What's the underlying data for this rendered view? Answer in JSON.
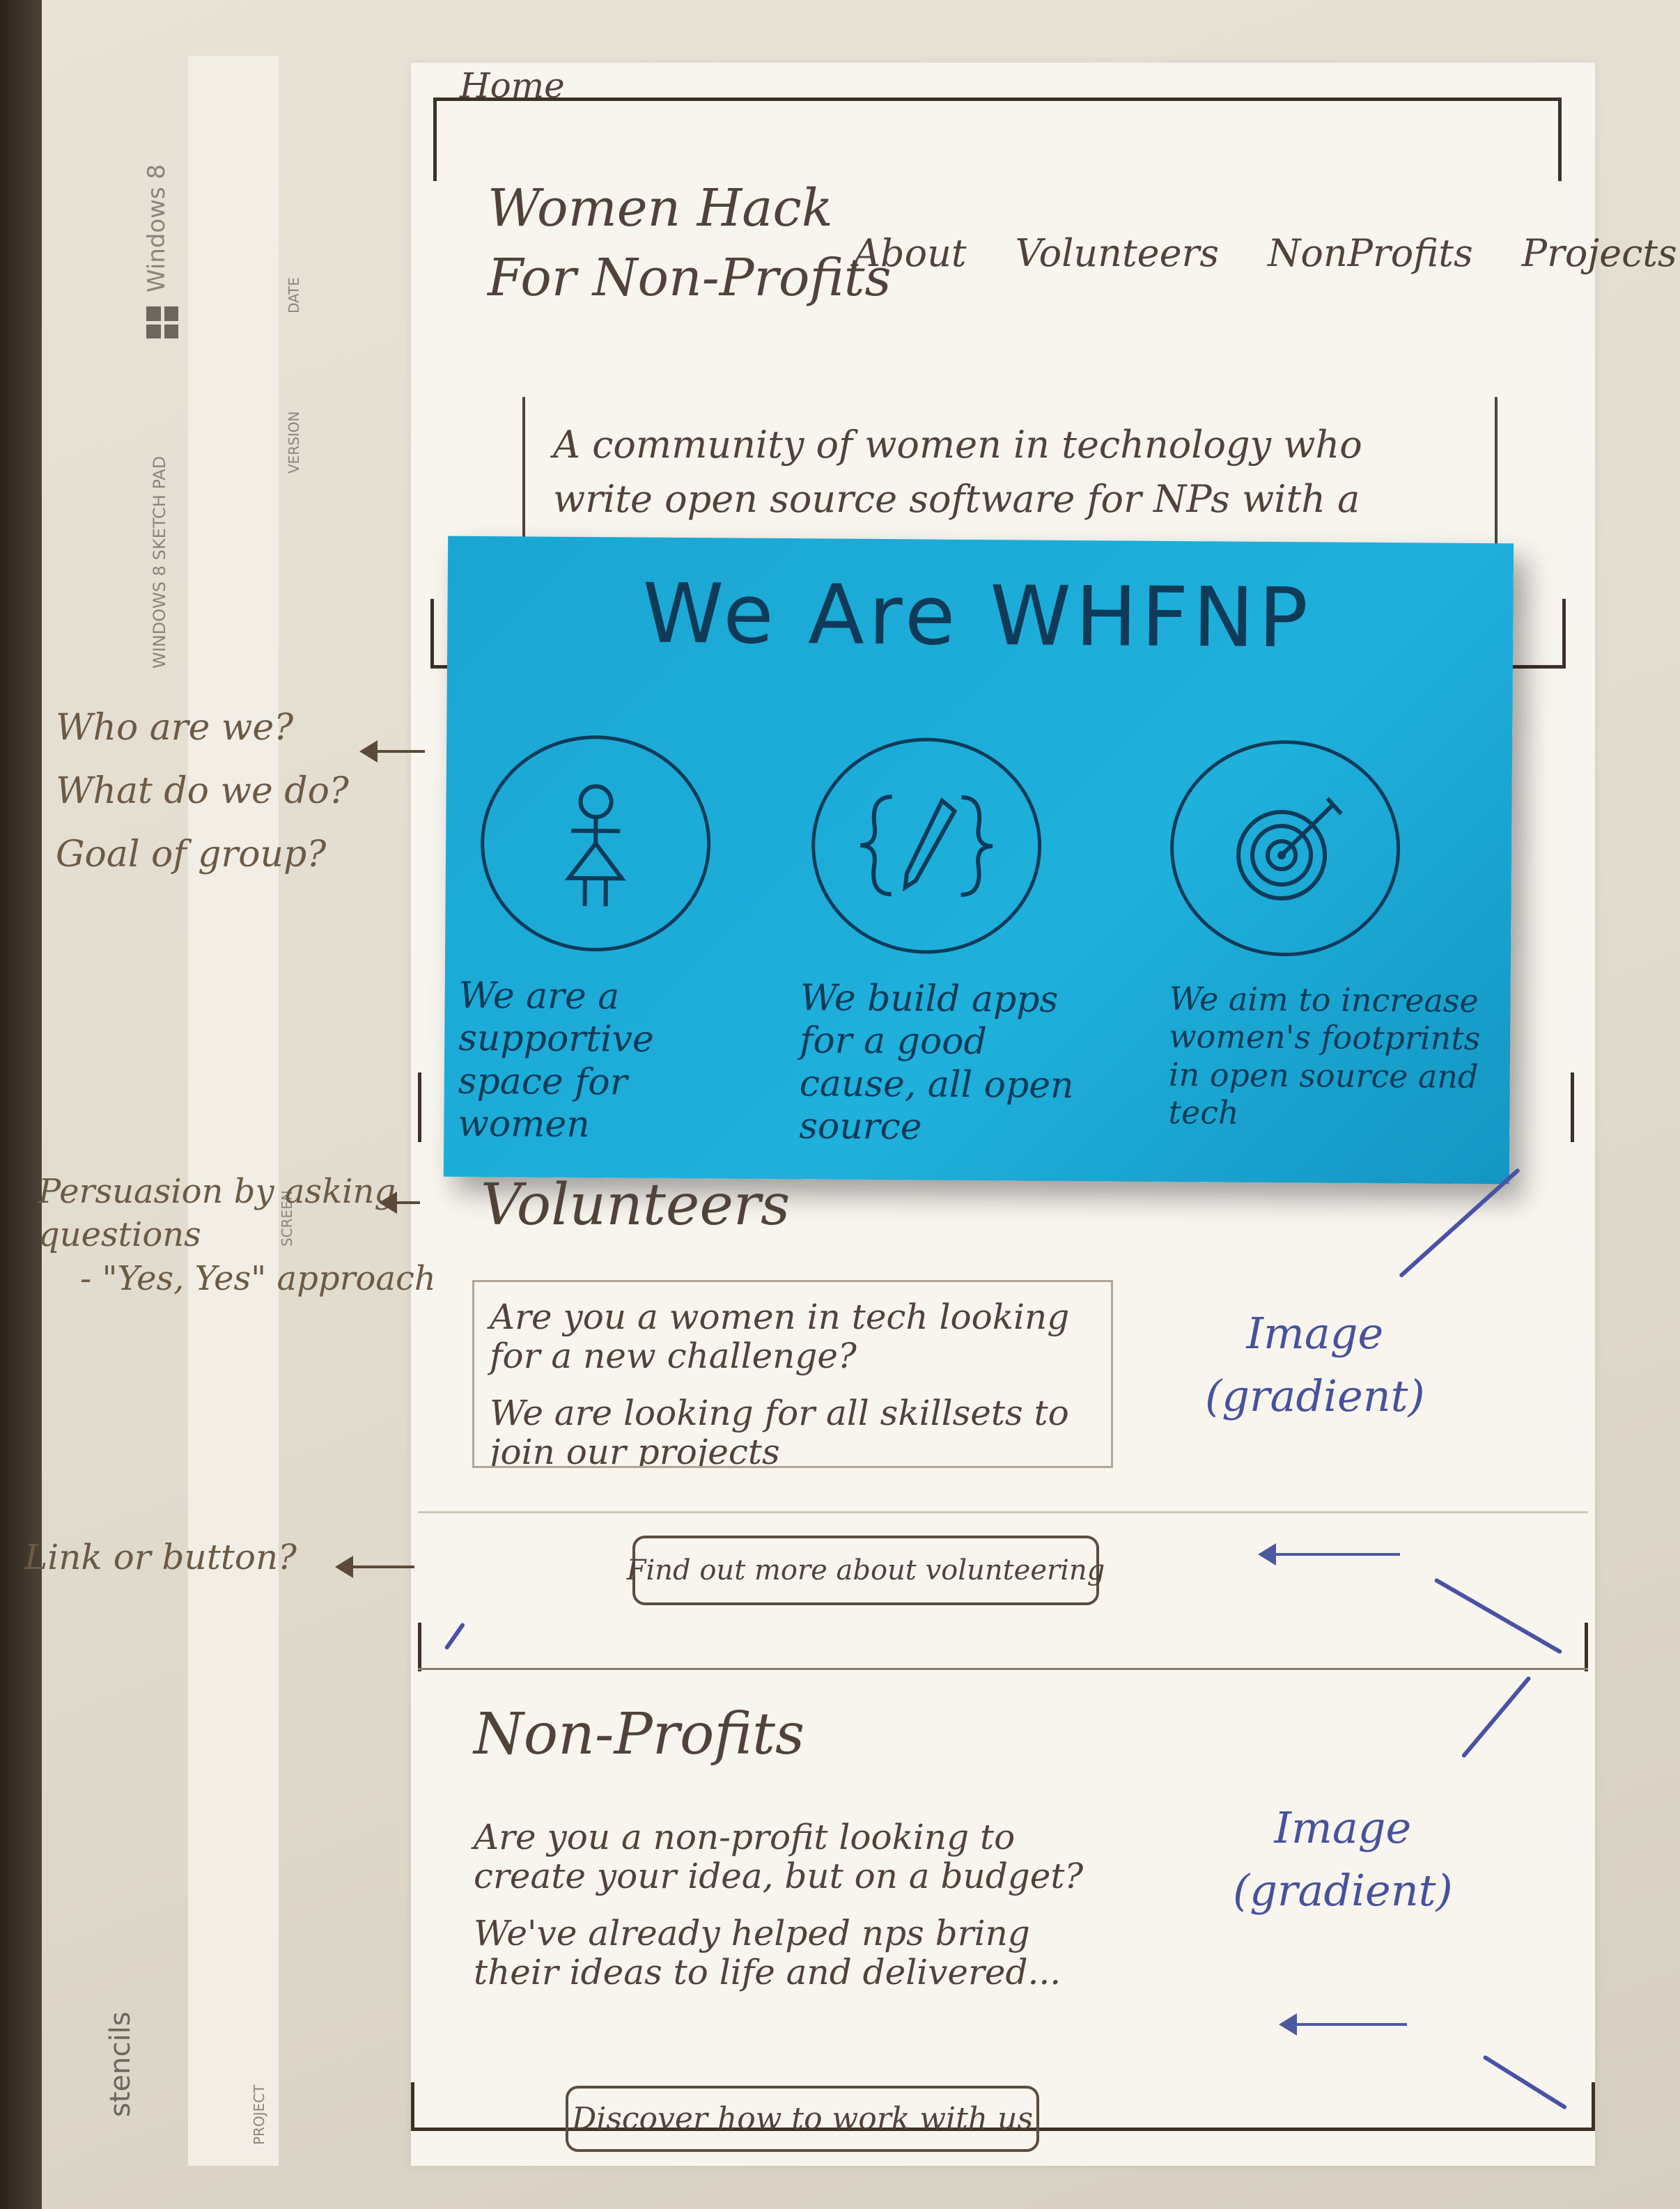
{
  "stencil": {
    "brand": "stencils",
    "platform": "Windows 8",
    "template": "WINDOWS 8 SKETCH PAD",
    "field_labels": [
      "DATE",
      "VERSION",
      "PROJECT",
      "SCREEN"
    ]
  },
  "wireframe": {
    "page_label": "Home",
    "brand_title_line1": "Women Hack",
    "brand_title_line2": "For Non-Profits",
    "nav": [
      "About",
      "Volunteers",
      "NonProfits",
      "Projects"
    ],
    "tagline": "A community of women in technology who write open source software for NPs with a social"
  },
  "sticky_note": {
    "title": "We Are WHFNP",
    "features": [
      {
        "icon": "woman-figure-icon",
        "text": "We are a supportive space for women"
      },
      {
        "icon": "code-pencil-icon",
        "text": "We build apps for a good cause, all open source"
      },
      {
        "icon": "target-icon",
        "text": "We aim to increase women's footprints in open source and tech"
      }
    ]
  },
  "annotations": {
    "who_questions": [
      "Who are we?",
      "What do we do?",
      "Goal of group?"
    ],
    "persuasion_line1": "Persuasion by asking",
    "persuasion_line2": "questions",
    "persuasion_line3": "- \"Yes, Yes\" approach",
    "link_or_button": "Link or button?"
  },
  "volunteers": {
    "title": "Volunteers",
    "question": "Are you a women in tech looking for a new challenge?",
    "body": "We are looking for all skillsets to join our projects",
    "image_label_line1": "Image",
    "image_label_line2": "(gradient)",
    "cta": "Find out more about volunteering"
  },
  "nonprofits": {
    "title": "Non-Profits",
    "question": "Are you a non-profit looking to create your idea, but on a budget?",
    "body": "We've already helped nps bring their ideas to life and delivered...",
    "image_label_line1": "Image",
    "image_label_line2": "(gradient)",
    "cta": "Discover how to work with us"
  },
  "colors": {
    "sticky_note": "#1fb0dc",
    "pencil": "#4f433a",
    "blue_pen": "#48529b"
  }
}
